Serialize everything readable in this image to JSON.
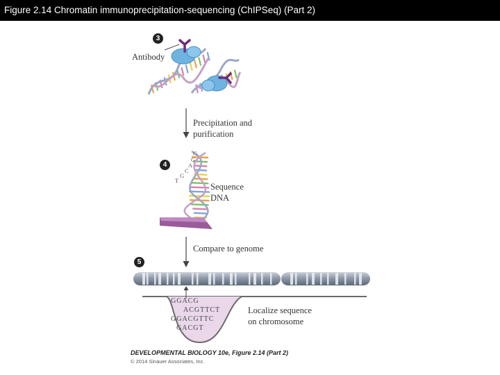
{
  "title": "Figure 2.14  Chromatin immunoprecipitation-sequencing (ChIPSeq) (Part 2)",
  "steps": [
    "3",
    "4",
    "5"
  ],
  "labels": {
    "antibody": "Antibody",
    "precipitation_1": "Precipitation and",
    "precipitation_2": "purification",
    "sequence_1": "Sequence",
    "sequence_2": "DNA",
    "compare": "Compare to genome",
    "localize_1": "Localize sequence",
    "localize_2": "on chromosome"
  },
  "strand_bases": [
    "G",
    "G",
    "A",
    "C",
    "G",
    "T"
  ],
  "aligned_reads": [
    "GGACG",
    "ACGTTCT",
    "GGACGTTC",
    "GACGT"
  ],
  "credit": "DEVELOPMENTAL BIOLOGY 10e, Figure 2.14 (Part 2)",
  "copyright": "© 2014 Sinauer Associates, Inc.",
  "colors": {
    "protein": "#6fb3e0",
    "antibody": "#6a2f7a",
    "chromosome": "#8a95a6",
    "peak_fill": "#ead7ea",
    "curve": "#6b6b6b"
  }
}
